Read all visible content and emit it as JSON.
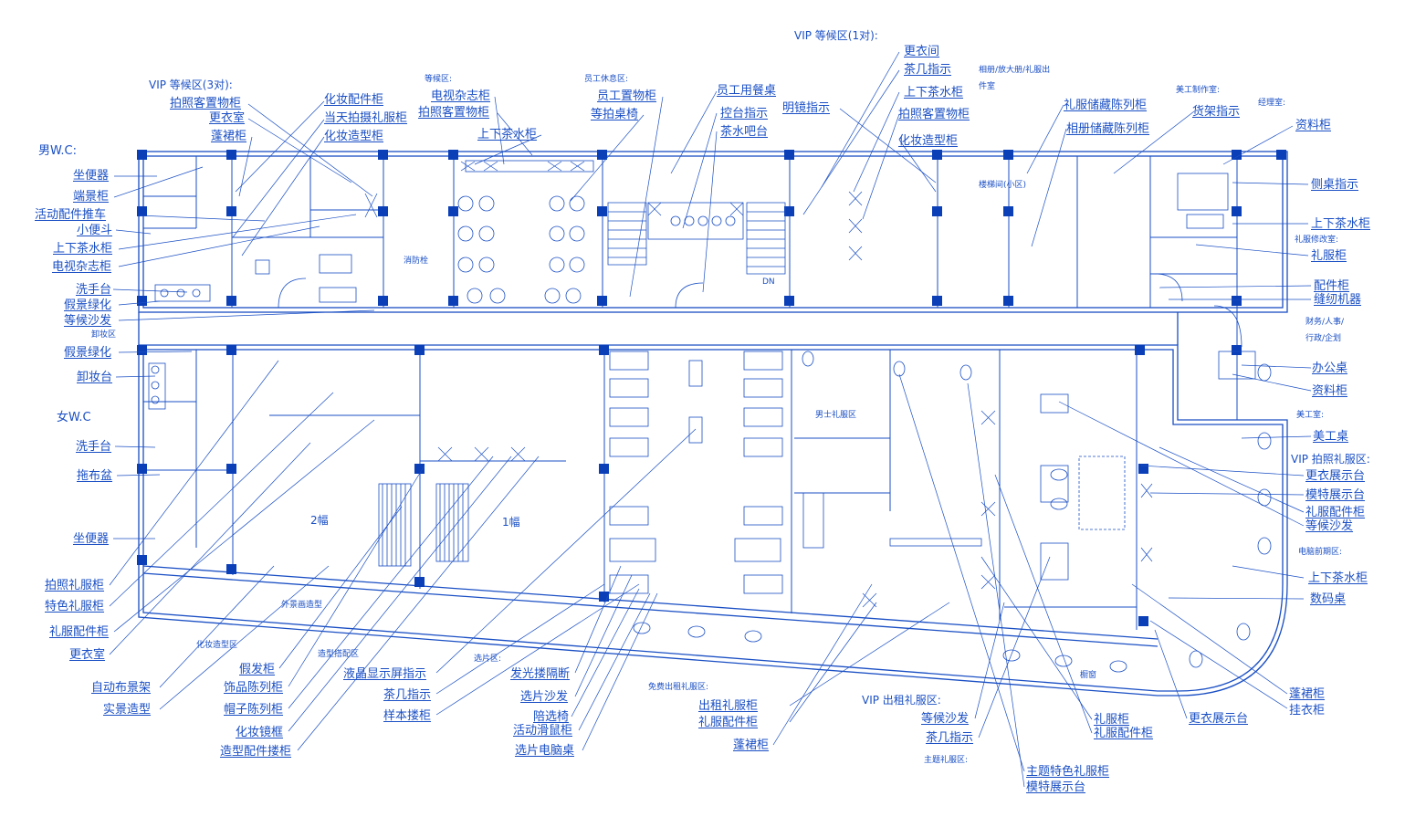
{
  "colors": {
    "line": "#1a4fc4",
    "column": "#0a3fb8",
    "paper": "#ffffff"
  },
  "headers": {
    "vip3": "VIP 等候区(3对):",
    "vip1": "VIP 等候区(1对):",
    "wc_top": "男W.C:",
    "wc_bottom": "女W.C",
    "vip_photo": "VIP 拍照礼服区:",
    "vip_rent": "VIP 出租礼服区:"
  },
  "left_labels": [
    "坐便器",
    "端景柜",
    "活动配件推车",
    "小便斗",
    "上下茶水柜",
    "电视杂志柜",
    "洗手台",
    "假景绿化",
    "等候沙发",
    "假景绿化",
    "卸妆台",
    "洗手台",
    "拖布盆",
    "坐便器",
    "拍照礼服柜",
    "特色礼服柜",
    "礼服配件柜",
    "更衣室",
    "自动布景架",
    "实景造型"
  ],
  "top_labels": [
    "拍照客置物柜",
    "更衣室",
    "蓬裙柜",
    "化妆配件柜",
    "当天拍摄礼服柜",
    "化妆造型柜",
    "电视杂志柜",
    "拍照客置物柜",
    "上下茶水柜",
    "员工置物柜",
    "等拍桌椅",
    "员工用餐桌",
    "控台指示",
    "茶水吧台",
    "明镜指示",
    "更衣间",
    "茶几指示",
    "上下茶水柜",
    "拍照客置物柜",
    "化妆造型柜",
    "礼服储藏陈列柜",
    "相册储藏陈列柜",
    "货架指示",
    "资料柜"
  ],
  "right_labels": [
    "侧桌指示",
    "上下茶水柜",
    "礼服柜",
    "配件柜",
    "缝纫机器",
    "办公桌",
    "资料柜",
    "美工桌",
    "更衣展示台",
    "模特展示台",
    "礼服配件柜",
    "等候沙发",
    "上下茶水柜",
    "数码桌",
    "蓬裙柜",
    "挂衣柜"
  ],
  "bottom_labels": [
    "假发柜",
    "饰品陈列柜",
    "帽子陈列柜",
    "化妆镜框",
    "造型配件搂柜",
    "液晶显示屏指示",
    "茶几指示",
    "样本搂柜",
    "发光搂隔断",
    "选片沙发",
    "陪选椅",
    "活动滑鼠柜",
    "选片电脑桌",
    "出租礼服柜",
    "礼服配件柜",
    "蓬裙柜",
    "等候沙发",
    "茶几指示",
    "礼服柜",
    "礼服配件柜",
    "更衣展示台",
    "主题特色礼服柜",
    "模特展示台"
  ],
  "small_tags": [
    "等候区:",
    "员工休息区:",
    "相册/放大册/礼服出",
    "件室",
    "美工制作室:",
    "经理室:",
    "楼梯间(小区)",
    "礼服修改室:",
    "财务/人事/",
    "行政/企划",
    "美工室:",
    "电脑前期区:",
    "卸妆区",
    "消防栓",
    "男士礼服区",
    "外景画造型",
    "化妆造型区",
    "造型搭配区",
    "选片区:",
    "免费出租礼服区:",
    "主题礼服区:",
    "橱窗",
    "DN",
    "2幅",
    "1幅"
  ]
}
